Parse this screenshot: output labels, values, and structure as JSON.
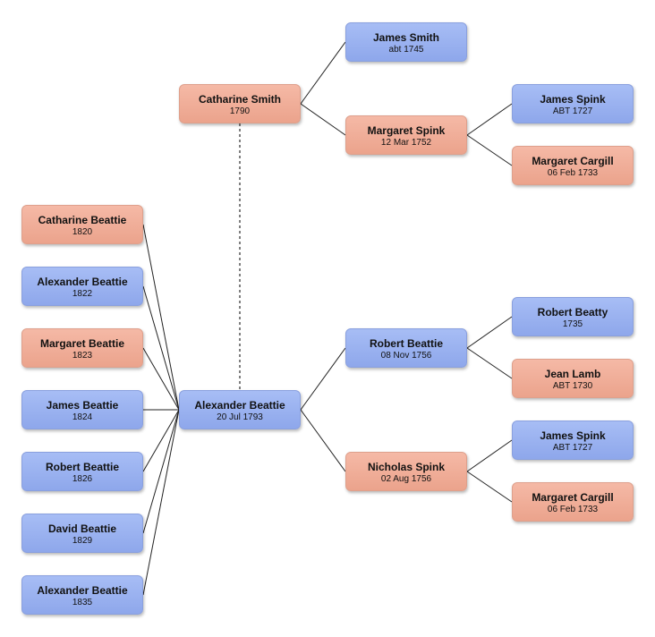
{
  "people": [
    {
      "id": "p_self",
      "name": "Alexander Beattie",
      "date": "20 Jul 1793",
      "sex": "m"
    },
    {
      "id": "p_spouse",
      "name": "Catharine Smith",
      "date": "1790",
      "sex": "f"
    },
    {
      "id": "p_james_smith",
      "name": "James Smith",
      "date": "abt 1745",
      "sex": "m"
    },
    {
      "id": "p_margaret_spink",
      "name": "Margaret Spink",
      "date": "12 Mar 1752",
      "sex": "f"
    },
    {
      "id": "p_james_spink_1",
      "name": "James Spink",
      "date": "ABT 1727",
      "sex": "m"
    },
    {
      "id": "p_margaret_cargill_1",
      "name": "Margaret Cargill",
      "date": "06 Feb 1733",
      "sex": "f"
    },
    {
      "id": "p_robert_beattie",
      "name": "Robert Beattie",
      "date": "08 Nov 1756",
      "sex": "m"
    },
    {
      "id": "p_nicholas_spink",
      "name": "Nicholas Spink",
      "date": "02 Aug 1756",
      "sex": "f"
    },
    {
      "id": "p_robert_beatty",
      "name": "Robert Beatty",
      "date": "1735",
      "sex": "m"
    },
    {
      "id": "p_jean_lamb",
      "name": "Jean Lamb",
      "date": "ABT 1730",
      "sex": "f"
    },
    {
      "id": "p_james_spink_2",
      "name": "James Spink",
      "date": "ABT 1727",
      "sex": "m"
    },
    {
      "id": "p_margaret_cargill_2",
      "name": "Margaret Cargill",
      "date": "06 Feb 1733",
      "sex": "f"
    },
    {
      "id": "c1",
      "name": "Catharine Beattie",
      "date": "1820",
      "sex": "f"
    },
    {
      "id": "c2",
      "name": "Alexander Beattie",
      "date": "1822",
      "sex": "m"
    },
    {
      "id": "c3",
      "name": "Margaret Beattie",
      "date": "1823",
      "sex": "f"
    },
    {
      "id": "c4",
      "name": "James Beattie",
      "date": "1824",
      "sex": "m"
    },
    {
      "id": "c5",
      "name": "Robert Beattie",
      "date": "1826",
      "sex": "m"
    },
    {
      "id": "c6",
      "name": "David Beattie",
      "date": "1829",
      "sex": "m"
    },
    {
      "id": "c7",
      "name": "Alexander Beattie",
      "date": "1835",
      "sex": "m"
    }
  ],
  "parent_links": [
    {
      "child": "p_spouse",
      "parents": [
        "p_james_smith",
        "p_margaret_spink"
      ]
    },
    {
      "child": "p_margaret_spink",
      "parents": [
        "p_james_spink_1",
        "p_margaret_cargill_1"
      ]
    },
    {
      "child": "p_self",
      "parents": [
        "p_robert_beattie",
        "p_nicholas_spink"
      ]
    },
    {
      "child": "p_robert_beattie",
      "parents": [
        "p_robert_beatty",
        "p_jean_lamb"
      ]
    },
    {
      "child": "p_nicholas_spink",
      "parents": [
        "p_james_spink_2",
        "p_margaret_cargill_2"
      ]
    }
  ],
  "marriage": [
    "p_spouse",
    "p_self"
  ],
  "children_of": {
    "parent": "p_self",
    "children": [
      "c1",
      "c2",
      "c3",
      "c4",
      "c5",
      "c6",
      "c7"
    ]
  },
  "colors": {
    "male": "#9bb2ef",
    "female": "#efae98",
    "line": "#222222",
    "marriage_line": "#555555"
  }
}
